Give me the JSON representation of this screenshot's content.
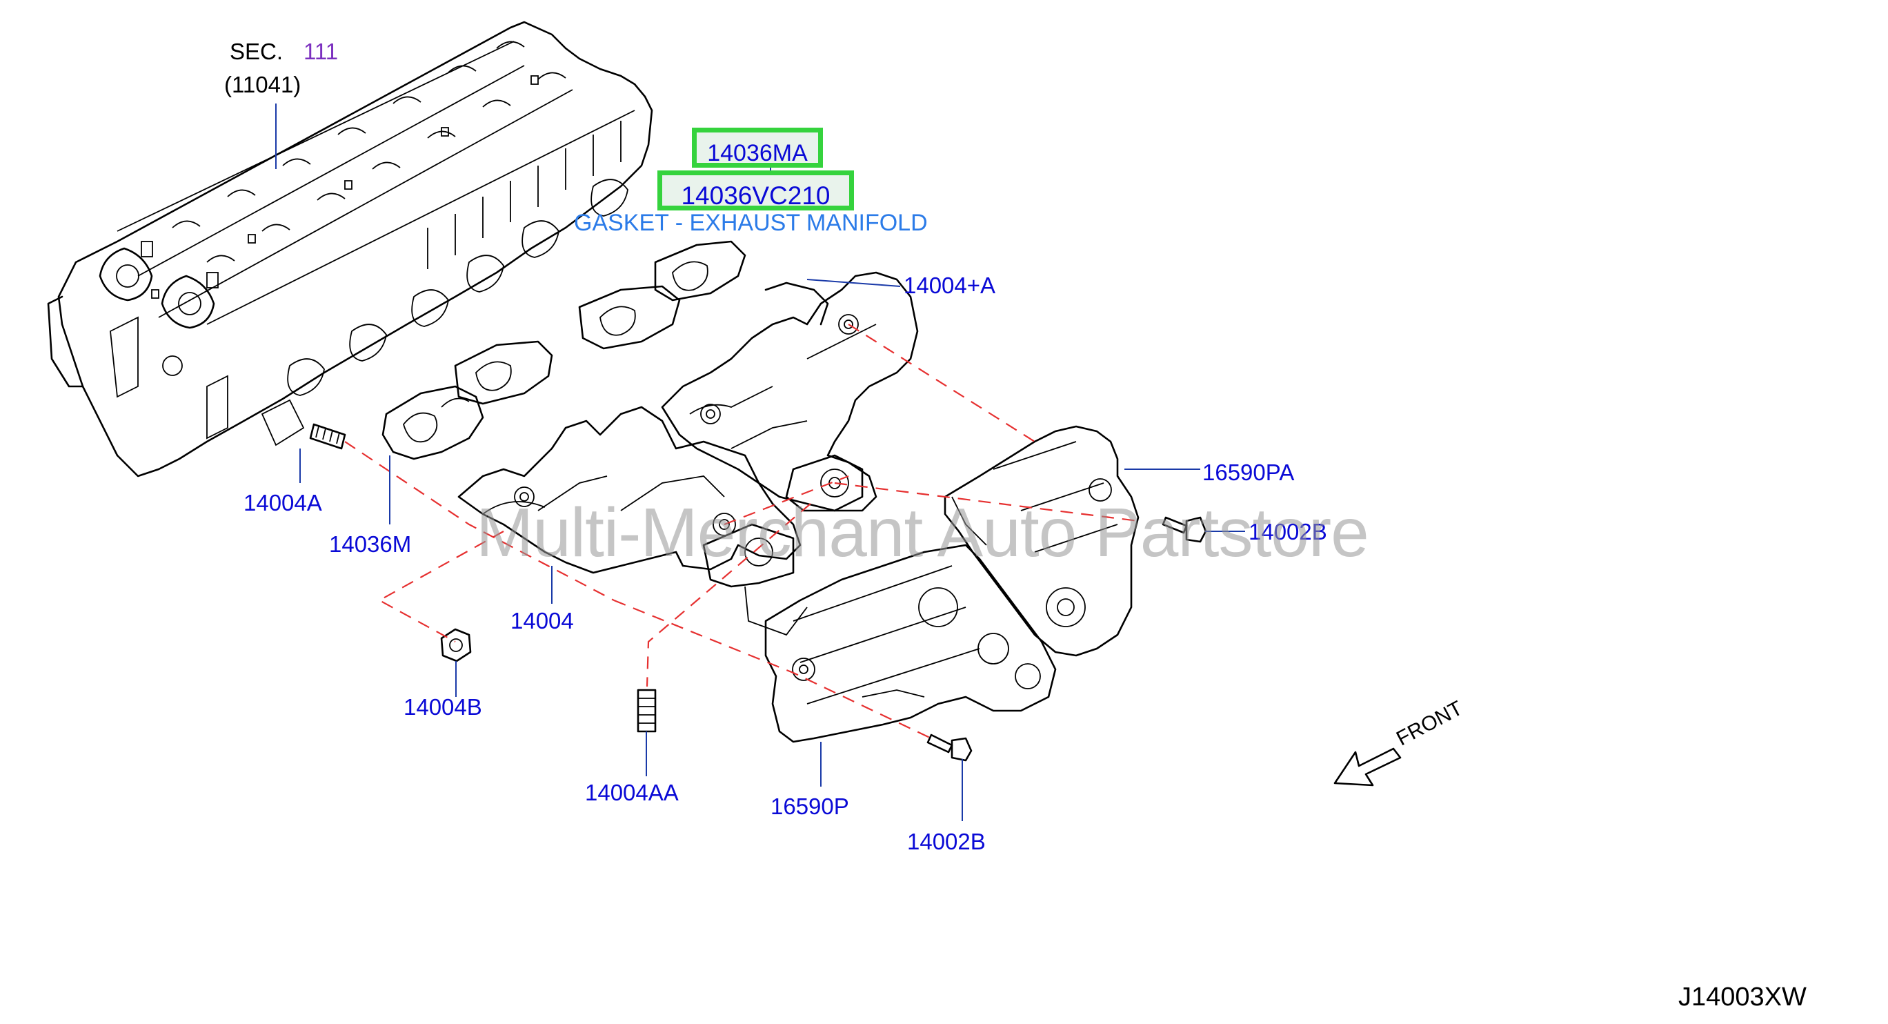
{
  "sec": {
    "prefix": "SEC.",
    "number": "111",
    "sub": "(11041)"
  },
  "highlighted": [
    {
      "part": "14036MA"
    },
    {
      "part": "14036VC210"
    }
  ],
  "description": "GASKET - EXHAUST MANIFOLD",
  "parts": {
    "manifold_plus_a": "14004+A",
    "heat_insulator_pa": "16590PA",
    "bolt_upper": "14002B",
    "stud": "14004A",
    "gasket": "14036M",
    "manifold": "14004",
    "nut": "14004B",
    "stud_aa": "14004AA",
    "heat_insulator_p": "16590P",
    "bolt_lower": "14002B"
  },
  "front_label": "FRONT",
  "watermark": "Multi-Merchant Auto Partstore",
  "diagram_code": "J14003XW",
  "colors": {
    "part_label": "#0a0ad6",
    "highlight_border": "#35d33d",
    "description": "#2b7be8",
    "dash_line": "#e63030"
  }
}
